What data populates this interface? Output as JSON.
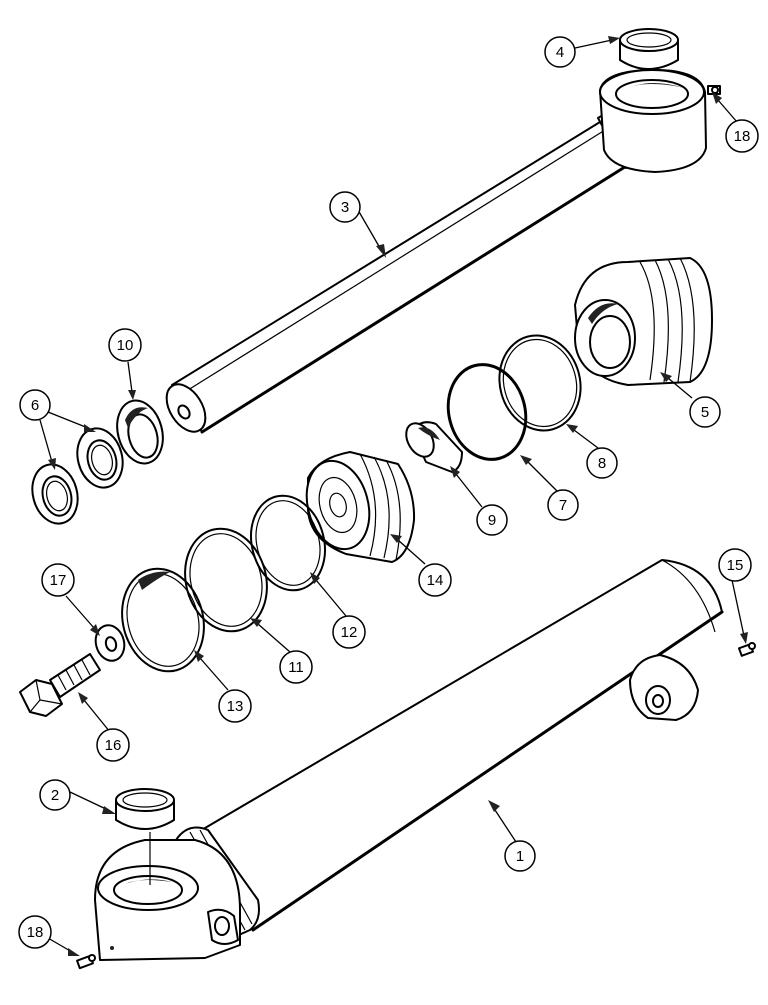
{
  "callouts": [
    {
      "id": "1",
      "label": "1"
    },
    {
      "id": "2",
      "label": "2"
    },
    {
      "id": "3",
      "label": "3"
    },
    {
      "id": "4",
      "label": "4"
    },
    {
      "id": "5",
      "label": "5"
    },
    {
      "id": "6",
      "label": "6"
    },
    {
      "id": "7",
      "label": "7"
    },
    {
      "id": "8",
      "label": "8"
    },
    {
      "id": "9",
      "label": "9"
    },
    {
      "id": "10",
      "label": "10"
    },
    {
      "id": "11",
      "label": "11"
    },
    {
      "id": "12",
      "label": "12"
    },
    {
      "id": "13",
      "label": "13"
    },
    {
      "id": "14",
      "label": "14"
    },
    {
      "id": "15",
      "label": "15"
    },
    {
      "id": "16",
      "label": "16"
    },
    {
      "id": "17",
      "label": "17"
    },
    {
      "id": "18a",
      "label": "18"
    },
    {
      "id": "18b",
      "label": "18"
    }
  ],
  "colors": {
    "ink": "#000000",
    "paper": "#ffffff"
  }
}
